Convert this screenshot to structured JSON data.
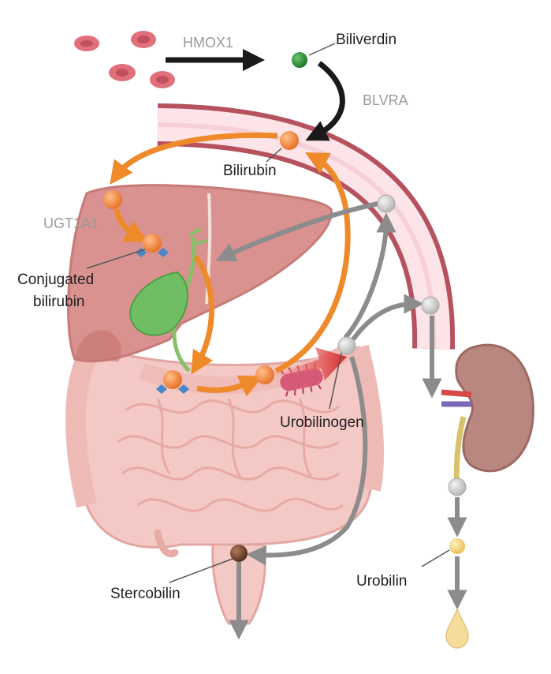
{
  "labels": {
    "hmox1": "HMOX1",
    "biliverdin": "Biliverdin",
    "blvra": "BLVRA",
    "bilirubin": "Bilirubin",
    "ugt1a1": "UGT1A1",
    "conjugated_line1": "Conjugated",
    "conjugated_line2": "bilirubin",
    "urobilinogen": "Urobilinogen",
    "stercobilin": "Stercobilin",
    "urobilin": "Urobilin"
  },
  "colors": {
    "enzyme_label": "#9a9a9a",
    "text": "#1f1f1f",
    "bilirubin_orange": "#f08a3c",
    "orange_arrow": "#ee8a2a",
    "grey_arrow": "#8c8c8c",
    "black_arrow": "#1a1a1a",
    "biliverdin_green": "#2e8b3a",
    "stercobilin_brown": "#7a4a32",
    "urobilin_yellow": "#f3d27a",
    "urobilinogen_grey": "#c9c9c9",
    "vessel": "#b5525e",
    "red_blood_cell": "#e0707a"
  },
  "icons": [
    "red-blood-cell-icon",
    "liver-icon",
    "gallbladder-icon",
    "intestine-icon",
    "kidney-icon",
    "bacterium-icon",
    "urine-drop-icon",
    "blood-vessel-icon"
  ]
}
